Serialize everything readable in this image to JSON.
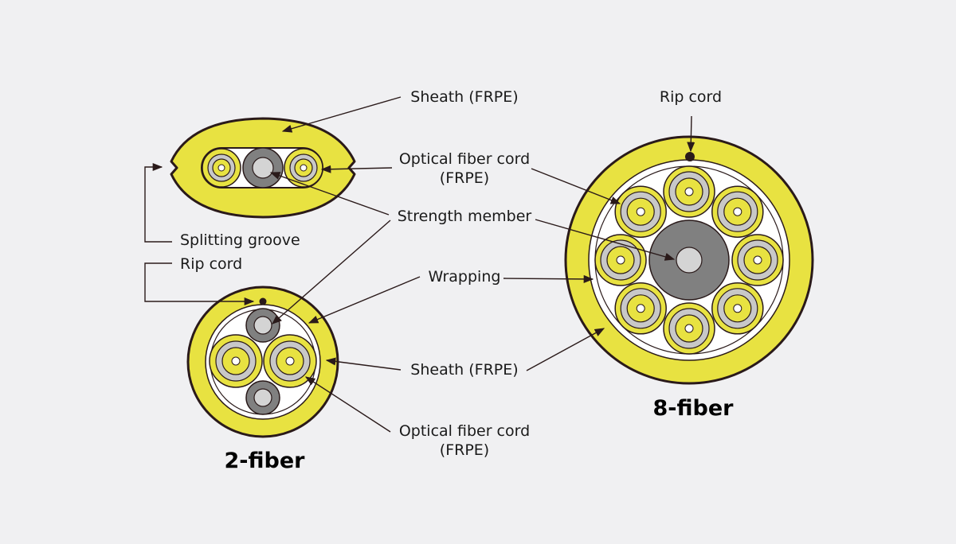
{
  "labels": {
    "sheath_top": "Sheath (FRPE)",
    "optical_top_1": "Optical fiber cord",
    "optical_top_2": "(FRPE)",
    "strength_member": "Strength member",
    "splitting_groove": "Splitting groove",
    "rip_cord_left": "Rip cord",
    "wrapping": "Wrapping",
    "sheath_bottom": "Sheath (FRPE)",
    "optical_bottom_1": "Optical fiber cord",
    "optical_bottom_2": "(FRPE)",
    "rip_cord_right": "Rip cord"
  },
  "titles": {
    "two_fiber": "2-fiber",
    "eight_fiber": "8-fiber"
  },
  "colors": {
    "sheath": "#e8e241",
    "fiber_ring": "#c8c8c8",
    "strength_dark": "#808080",
    "strength_light": "#d4d4d4",
    "outline": "#2a1a1a",
    "background": "#f0f0f2"
  }
}
